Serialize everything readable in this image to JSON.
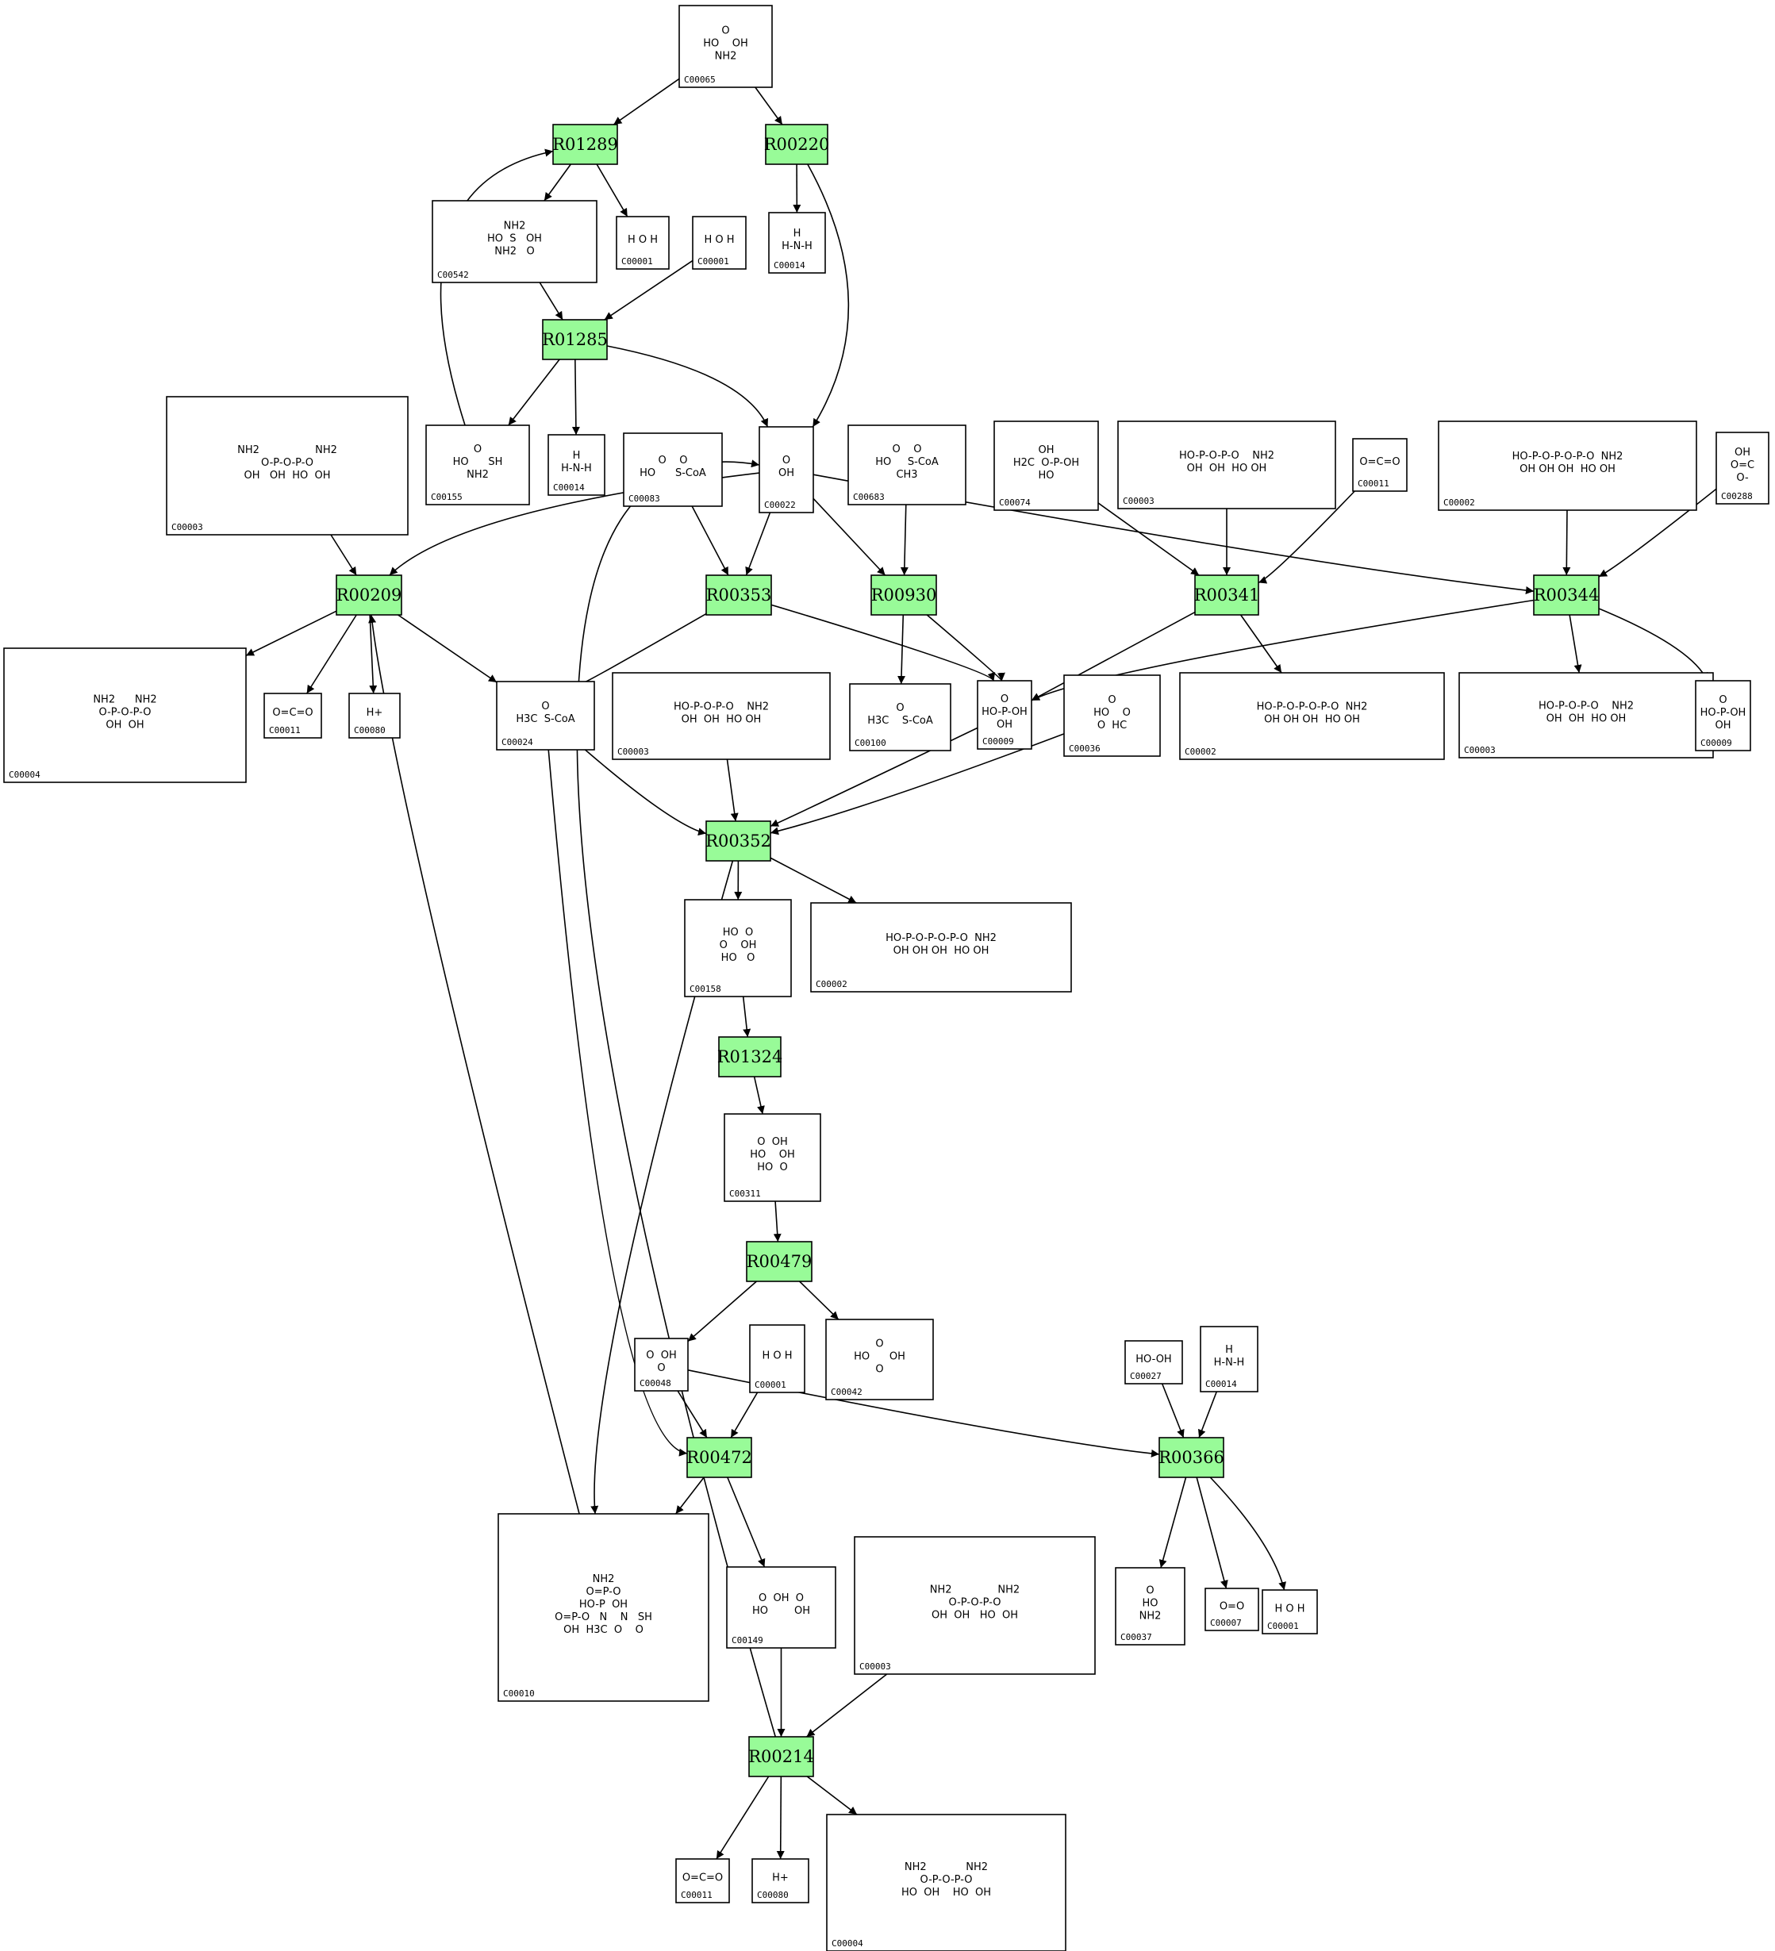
{
  "reactions": [
    "R01289",
    "R00220",
    "R01285",
    "R00209",
    "R00353",
    "R00930",
    "R00341",
    "R00344",
    "R00352",
    "R01324",
    "R00479",
    "R00472",
    "R00366",
    "R00214"
  ],
  "compounds": [
    {
      "id": "C00065",
      "struct": [
        "O",
        "HO    OH",
        "NH2"
      ]
    },
    {
      "id": "C00542",
      "struct": [
        "NH2",
        "HO  S   OH",
        "NH2   O"
      ]
    },
    {
      "id": "C00001",
      "struct": [
        "H O H"
      ]
    },
    {
      "id": "C00001",
      "struct": [
        "H O H"
      ]
    },
    {
      "id": "C00014",
      "struct": [
        "H",
        "H-N-H"
      ]
    },
    {
      "id": "C00003",
      "struct": [
        "NH2                 NH2",
        "O-P-O-P-O",
        "OH   OH  HO  OH"
      ]
    },
    {
      "id": "C00155",
      "struct": [
        "O",
        "HO      SH",
        "NH2"
      ]
    },
    {
      "id": "C00014",
      "struct": [
        "H",
        "H-N-H"
      ]
    },
    {
      "id": "C00083",
      "struct": [
        "O    O",
        "HO      S-CoA"
      ]
    },
    {
      "id": "C00022",
      "struct": [
        "O",
        "OH"
      ]
    },
    {
      "id": "C00683",
      "struct": [
        "O    O",
        "HO     S-CoA",
        "CH3"
      ]
    },
    {
      "id": "C00074",
      "struct": [
        "OH",
        "H2C  O-P-OH",
        "HO"
      ]
    },
    {
      "id": "C00003",
      "struct": [
        "HO-P-O-P-O    NH2",
        "OH  OH  HO OH"
      ]
    },
    {
      "id": "C00011",
      "struct": [
        "O=C=O"
      ]
    },
    {
      "id": "C00002",
      "struct": [
        "HO-P-O-P-O-P-O  NH2",
        "OH OH OH  HO OH"
      ]
    },
    {
      "id": "C00288",
      "struct": [
        "OH",
        "O=C",
        "O-"
      ]
    },
    {
      "id": "C00004",
      "struct": [
        "NH2      NH2",
        "O-P-O-P-O",
        "OH  OH"
      ]
    },
    {
      "id": "C00011",
      "struct": [
        "O=C=O"
      ]
    },
    {
      "id": "C00080",
      "struct": [
        "H+"
      ]
    },
    {
      "id": "C00024",
      "struct": [
        "O",
        "H3C  S-CoA"
      ]
    },
    {
      "id": "C00003",
      "struct": [
        "HO-P-O-P-O    NH2",
        "OH  OH  HO OH"
      ]
    },
    {
      "id": "C00100",
      "struct": [
        "O",
        "H3C    S-CoA"
      ]
    },
    {
      "id": "C00009",
      "struct": [
        "O",
        "HO-P-OH",
        "OH"
      ]
    },
    {
      "id": "C00036",
      "struct": [
        "O",
        "HO    O",
        "O  HC"
      ]
    },
    {
      "id": "C00002",
      "struct": [
        "HO-P-O-P-O-P-O  NH2",
        "OH OH OH  HO OH"
      ]
    },
    {
      "id": "C00003",
      "struct": [
        "HO-P-O-P-O    NH2",
        "OH  OH  HO OH"
      ]
    },
    {
      "id": "C00009",
      "struct": [
        "O",
        "HO-P-OH",
        "OH"
      ]
    },
    {
      "id": "C00158",
      "struct": [
        "HO  O",
        "O    OH",
        "HO   O"
      ]
    },
    {
      "id": "C00002",
      "struct": [
        "HO-P-O-P-O-P-O  NH2",
        "OH OH OH  HO OH"
      ]
    },
    {
      "id": "C00311",
      "struct": [
        "O  OH",
        "HO    OH",
        "HO  O"
      ]
    },
    {
      "id": "C00001",
      "struct": [
        "H O H"
      ]
    },
    {
      "id": "C00048",
      "struct": [
        "O  OH",
        "O"
      ]
    },
    {
      "id": "C00042",
      "struct": [
        "O",
        "HO      OH",
        "O"
      ]
    },
    {
      "id": "C00027",
      "struct": [
        "HO-OH"
      ]
    },
    {
      "id": "C00014",
      "struct": [
        "H",
        "H-N-H"
      ]
    },
    {
      "id": "C00010",
      "struct": [
        "NH2",
        "O=P-O",
        "HO-P  OH",
        "O=P-O   N    N   SH",
        "OH  H3C  O    O"
      ]
    },
    {
      "id": "C00149",
      "struct": [
        "O  OH  O",
        "HO        OH"
      ]
    },
    {
      "id": "C00003",
      "struct": [
        "NH2              NH2",
        "O-P-O-P-O",
        "OH  OH   HO  OH"
      ]
    },
    {
      "id": "C00037",
      "struct": [
        "O",
        "HO",
        "NH2"
      ]
    },
    {
      "id": "C00007",
      "struct": [
        "O=O"
      ]
    },
    {
      "id": "C00001",
      "struct": [
        "H O H"
      ]
    },
    {
      "id": "C00011",
      "struct": [
        "O=C=O"
      ]
    },
    {
      "id": "C00080",
      "struct": [
        "H+"
      ]
    },
    {
      "id": "C00004",
      "struct": [
        "NH2            NH2",
        "O-P-O-P-O",
        "HO  OH    HO  OH"
      ]
    }
  ]
}
